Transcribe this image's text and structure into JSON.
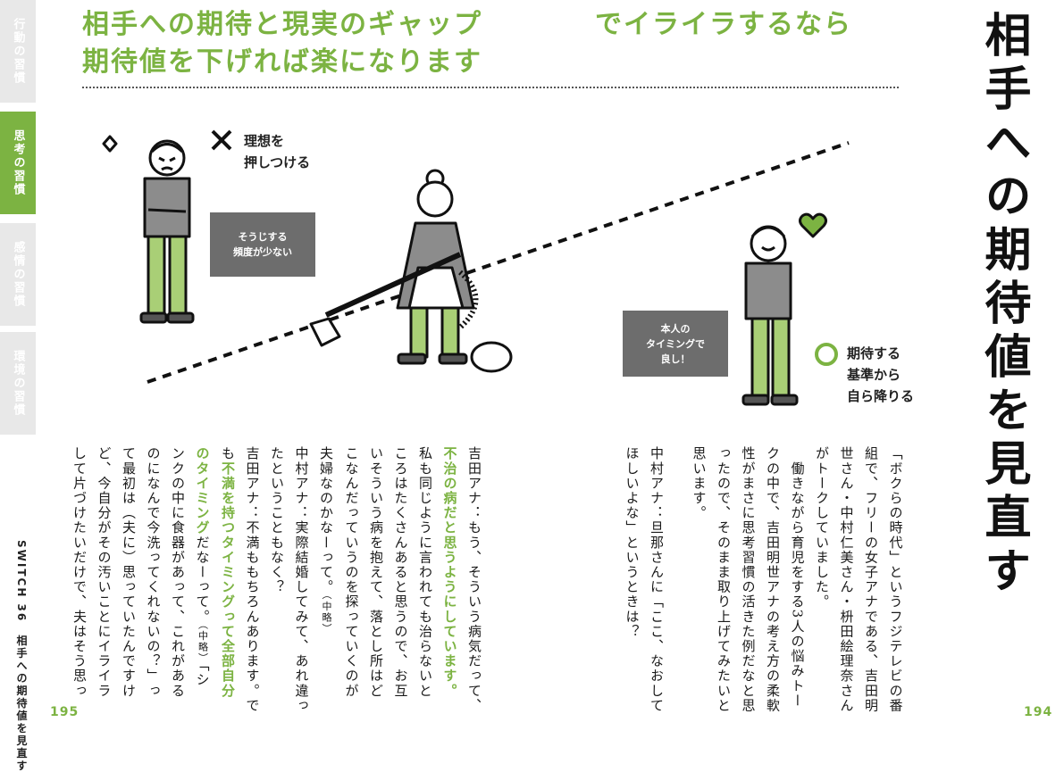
{
  "tabs": [
    "行動の習慣",
    "思考の習慣",
    "感情の習慣",
    "環境の習慣"
  ],
  "headline": {
    "line1a": "相手への期待と現実のギャップ",
    "line1b": "でイライラするなら",
    "line2": "期待値を下げれば楽になります"
  },
  "big_title": "相手への期待値を見直す",
  "illustration": {
    "bubble_left": [
      "そうじする",
      "頻度が少ない"
    ],
    "bubble_right": [
      "本人の",
      "タイミングで",
      "良し！"
    ],
    "label_ng": "理想を\n押しつける",
    "label_ok": "期待する\n基準から\n自ら降りる",
    "colors": {
      "accent": "#7cb342",
      "bubble": "#6d6d6d"
    }
  },
  "body": {
    "right_p1": "「ボクらの時代」というフジテレビの番\n組で、フリーの女子アナである、吉田明\n世さん・中村仁美さん・枡田絵理奈さん\nがトークしていました。\n　働きながら育児をする3人の悩みトー\nクの中で、吉田明世アナの考え方の柔軟\n性がまさに思考習慣の活きた例だなと思\nったので、そのまま取り上げてみたいと\n思います。",
    "right_p2": "中村アナ：旦那さんに「ここ、なおして\nほしいよな」というときは？",
    "left_1": "吉田アナ：もう、そういう病気だって、\n",
    "left_g1": "不治の病だと思うようにしています。",
    "left_2": "\n私も同じように言われても治らないと\nころはたくさんあると思うので、お互\nいそういう病を抱えて、落とし所はど\nこなんだっていうのを探っていくのが\n夫婦なのかなーって。",
    "left_s1": "（中略）",
    "left_3": "\n中村アナ：実際結婚してみて、あれ違っ\nたということもなく？\n吉田アナ：不満ももちろんあります。で\nも",
    "left_g2": "不満を持つタイミングって全部自分\nのタイミング",
    "left_4": "だなーって。",
    "left_s2": "（中略）",
    "left_5": "「シ\nンクの中に食器があって、これがある\nのになんで今洗ってくれないの？」っ\nて最初は（夫に）思っていたんですけ\nど、今自分がその汚いことにイライラ\nして片づけたいだけで、夫はそう思っ"
  },
  "switch_label": "SWITCH 36　相手への期待値を見直す",
  "page_left": "195",
  "page_right": "194"
}
